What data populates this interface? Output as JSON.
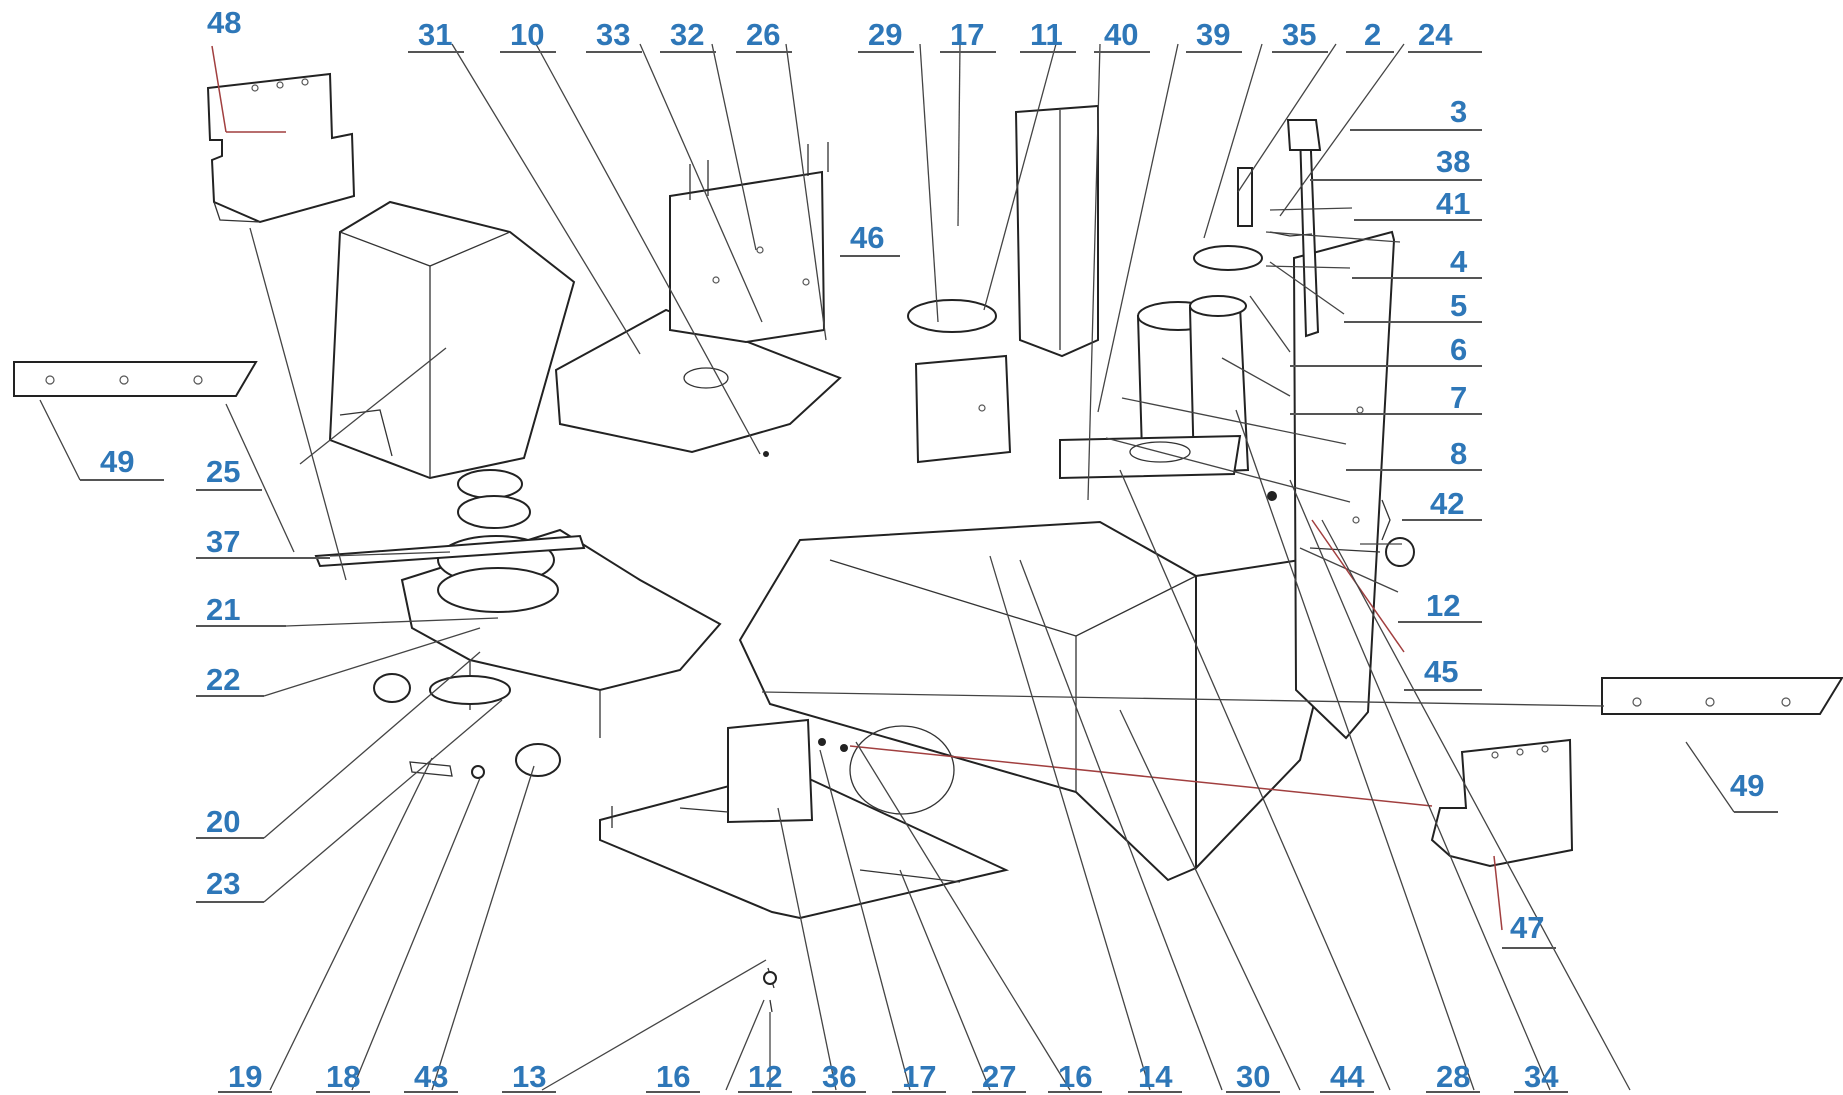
{
  "callouts": [
    {
      "id": "c48a",
      "label": "48"
    },
    {
      "id": "c31",
      "label": "31"
    },
    {
      "id": "c10",
      "label": "10"
    },
    {
      "id": "c33",
      "label": "33"
    },
    {
      "id": "c32",
      "label": "32"
    },
    {
      "id": "c26",
      "label": "26"
    },
    {
      "id": "c29",
      "label": "29"
    },
    {
      "id": "c17a",
      "label": "17"
    },
    {
      "id": "c11",
      "label": "11"
    },
    {
      "id": "c40",
      "label": "40"
    },
    {
      "id": "c39",
      "label": "39"
    },
    {
      "id": "c35",
      "label": "35"
    },
    {
      "id": "c2",
      "label": "2"
    },
    {
      "id": "c24",
      "label": "24"
    },
    {
      "id": "c3",
      "label": "3"
    },
    {
      "id": "c38",
      "label": "38"
    },
    {
      "id": "c41",
      "label": "41"
    },
    {
      "id": "c4",
      "label": "4"
    },
    {
      "id": "c5",
      "label": "5"
    },
    {
      "id": "c6",
      "label": "6"
    },
    {
      "id": "c7",
      "label": "7"
    },
    {
      "id": "c8",
      "label": "8"
    },
    {
      "id": "c42",
      "label": "42"
    },
    {
      "id": "c12a",
      "label": "12"
    },
    {
      "id": "c45",
      "label": "45"
    },
    {
      "id": "c46",
      "label": "46"
    },
    {
      "id": "c25",
      "label": "25"
    },
    {
      "id": "c49a",
      "label": "49"
    },
    {
      "id": "c37",
      "label": "37"
    },
    {
      "id": "c21",
      "label": "21"
    },
    {
      "id": "c22",
      "label": "22"
    },
    {
      "id": "c20",
      "label": "20"
    },
    {
      "id": "c23",
      "label": "23"
    },
    {
      "id": "c49b",
      "label": "49"
    },
    {
      "id": "c47",
      "label": "47"
    },
    {
      "id": "c19",
      "label": "19"
    },
    {
      "id": "c18",
      "label": "18"
    },
    {
      "id": "c43",
      "label": "43"
    },
    {
      "id": "c13",
      "label": "13"
    },
    {
      "id": "c16a",
      "label": "16"
    },
    {
      "id": "c12b",
      "label": "12"
    },
    {
      "id": "c36",
      "label": "36"
    },
    {
      "id": "c17b",
      "label": "17"
    },
    {
      "id": "c27",
      "label": "27"
    },
    {
      "id": "c16b",
      "label": "16"
    },
    {
      "id": "c14",
      "label": "14"
    },
    {
      "id": "c30",
      "label": "30"
    },
    {
      "id": "c44",
      "label": "44"
    },
    {
      "id": "c28",
      "label": "28"
    },
    {
      "id": "c34",
      "label": "34"
    }
  ],
  "colors": {
    "callout_text": "#2e77b8",
    "line": "#222222",
    "leader_accent": "#a13f3f",
    "background": "#ffffff"
  }
}
